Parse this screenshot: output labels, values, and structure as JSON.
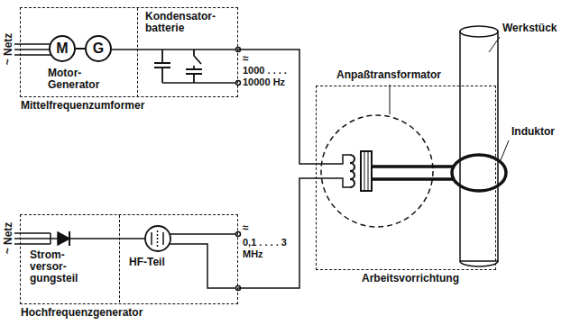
{
  "diagram": {
    "nodes": [
      {
        "text": [
          "Mittelfrequenzumformer"
        ]
      },
      {
        "text": [
          "Motor- Generator"
        ],
        "in": 0
      },
      {
        "text": [
          "M"
        ],
        "in": 1
      },
      {
        "text": [
          "G"
        ],
        "in": 1
      },
      {
        "text": [
          "Kondensator- batterie"
        ],
        "in": 0
      },
      {
        "text": [
          "Hochfrequenzgenerator"
        ]
      },
      {
        "text": [
          "Strom- versor- gungsteil"
        ],
        "in": 5
      },
      {
        "text": [
          "HF-Teil"
        ],
        "in": 5
      },
      {
        "text": [
          "Arbeitsvorrichtung"
        ]
      }
    ],
    "edges": [
      {
        "from": 0,
        "to": 8,
        "arrow": "none"
      },
      {
        "from": 5,
        "to": 8,
        "arrow": "none"
      },
      {
        "from": 2,
        "to": 3,
        "arrow": "none"
      }
    ],
    "labels": [
      "~ Netz",
      "≈",
      "1000 . . . . 10000 Hz",
      "Anpaßtransformator",
      "Werkstück",
      "Induktor",
      "~ Netz",
      "≈",
      "0,1 . . . . 3 MHz"
    ]
  }
}
